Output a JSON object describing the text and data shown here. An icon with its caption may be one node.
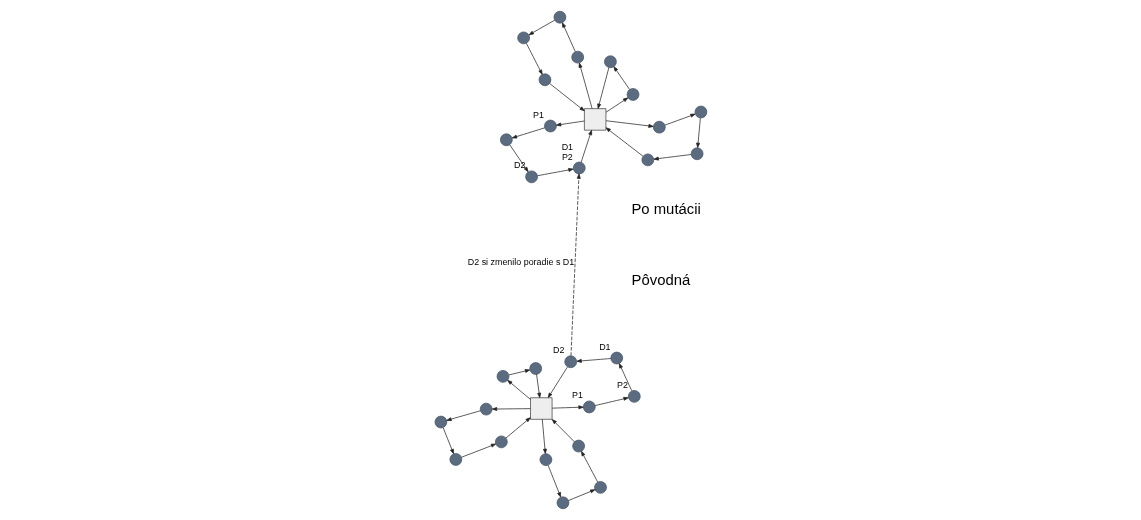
{
  "diagram": {
    "labels": [
      "Pôvodná",
      "Po mutácii"
    ],
    "nodes": [
      {
        "text": [],
        "shape": "circle"
      },
      {
        "text": [],
        "shape": "circle",
        "beside": [
          "D2"
        ]
      },
      {
        "text": [],
        "shape": "circle"
      },
      {
        "text": [],
        "shape": "circle",
        "beside": [
          "D1"
        ]
      },
      {
        "text": [],
        "shape": "circle",
        "beside": [
          "P2"
        ]
      },
      {
        "text": [],
        "shape": "circle"
      },
      {
        "text": [],
        "shape": "circle"
      },
      {
        "text": [],
        "shape": "circle"
      },
      {
        "text": [],
        "shape": "circle"
      },
      {
        "text": [],
        "shape": "circle",
        "beside": [
          "P1"
        ]
      },
      {
        "text": [],
        "shape": "circle"
      },
      {
        "text": [],
        "shape": "box"
      },
      {
        "text": [],
        "shape": "circle"
      },
      {
        "text": [],
        "shape": "circle"
      },
      {
        "text": [],
        "shape": "circle"
      },
      {
        "text": [],
        "shape": "circle"
      },
      {
        "text": [],
        "shape": "circle",
        "beside": [
          "D2"
        ]
      },
      {
        "text": [],
        "shape": "circle"
      },
      {
        "text": [],
        "shape": "circle",
        "beside": [
          "D1",
          "P2"
        ]
      },
      {
        "text": [],
        "shape": "circle"
      },
      {
        "text": [],
        "shape": "circle"
      },
      {
        "text": [],
        "shape": "circle"
      },
      {
        "text": [],
        "shape": "circle"
      },
      {
        "text": [],
        "shape": "circle"
      },
      {
        "text": [],
        "shape": "circle",
        "beside": [
          "P1"
        ]
      },
      {
        "text": [],
        "shape": "circle"
      },
      {
        "text": [],
        "shape": "box"
      },
      {
        "text": [],
        "shape": "circle"
      },
      {
        "text": [],
        "shape": "circle"
      },
      {
        "text": [],
        "shape": "circle"
      }
    ],
    "edges": [
      {
        "from": 11,
        "to": 9,
        "arrow": "to"
      },
      {
        "from": 9,
        "to": 4,
        "arrow": "to"
      },
      {
        "from": 4,
        "to": 3,
        "arrow": "to"
      },
      {
        "from": 3,
        "to": 1,
        "arrow": "to"
      },
      {
        "from": 1,
        "to": 11,
        "arrow": "to"
      },
      {
        "from": 11,
        "to": 8,
        "arrow": "to"
      },
      {
        "from": 8,
        "to": 5,
        "arrow": "to"
      },
      {
        "from": 5,
        "to": 0,
        "arrow": "to"
      },
      {
        "from": 0,
        "to": 2,
        "arrow": "to"
      },
      {
        "from": 2,
        "to": 11,
        "arrow": "to"
      },
      {
        "from": 11,
        "to": 6,
        "arrow": "to"
      },
      {
        "from": 6,
        "to": 7,
        "arrow": "to"
      },
      {
        "from": 7,
        "to": 10,
        "arrow": "to"
      },
      {
        "from": 10,
        "to": 13,
        "arrow": "to"
      },
      {
        "from": 13,
        "to": 11,
        "arrow": "to"
      },
      {
        "from": 11,
        "to": 14,
        "arrow": "to"
      },
      {
        "from": 14,
        "to": 12,
        "arrow": "to"
      },
      {
        "from": 12,
        "to": 11,
        "arrow": "to"
      },
      {
        "from": 26,
        "to": 24,
        "arrow": "to"
      },
      {
        "from": 24,
        "to": 19,
        "arrow": "to"
      },
      {
        "from": 19,
        "to": 16,
        "arrow": "to"
      },
      {
        "from": 16,
        "to": 18,
        "arrow": "to"
      },
      {
        "from": 18,
        "to": 26,
        "arrow": "to"
      },
      {
        "from": 26,
        "to": 23,
        "arrow": "to"
      },
      {
        "from": 23,
        "to": 20,
        "arrow": "to"
      },
      {
        "from": 20,
        "to": 15,
        "arrow": "to"
      },
      {
        "from": 15,
        "to": 17,
        "arrow": "to"
      },
      {
        "from": 17,
        "to": 26,
        "arrow": "to"
      },
      {
        "from": 26,
        "to": 21,
        "arrow": "to"
      },
      {
        "from": 21,
        "to": 22,
        "arrow": "to"
      },
      {
        "from": 22,
        "to": 25,
        "arrow": "to"
      },
      {
        "from": 25,
        "to": 28,
        "arrow": "to"
      },
      {
        "from": 28,
        "to": 26,
        "arrow": "to"
      },
      {
        "from": 26,
        "to": 29,
        "arrow": "to"
      },
      {
        "from": 29,
        "to": 27,
        "arrow": "to"
      },
      {
        "from": 27,
        "to": 26,
        "arrow": "to"
      },
      {
        "from": 1,
        "to": 18,
        "arrow": "to",
        "style": "dashed",
        "label": "D2 si zmenilo poradie s D1"
      }
    ]
  }
}
